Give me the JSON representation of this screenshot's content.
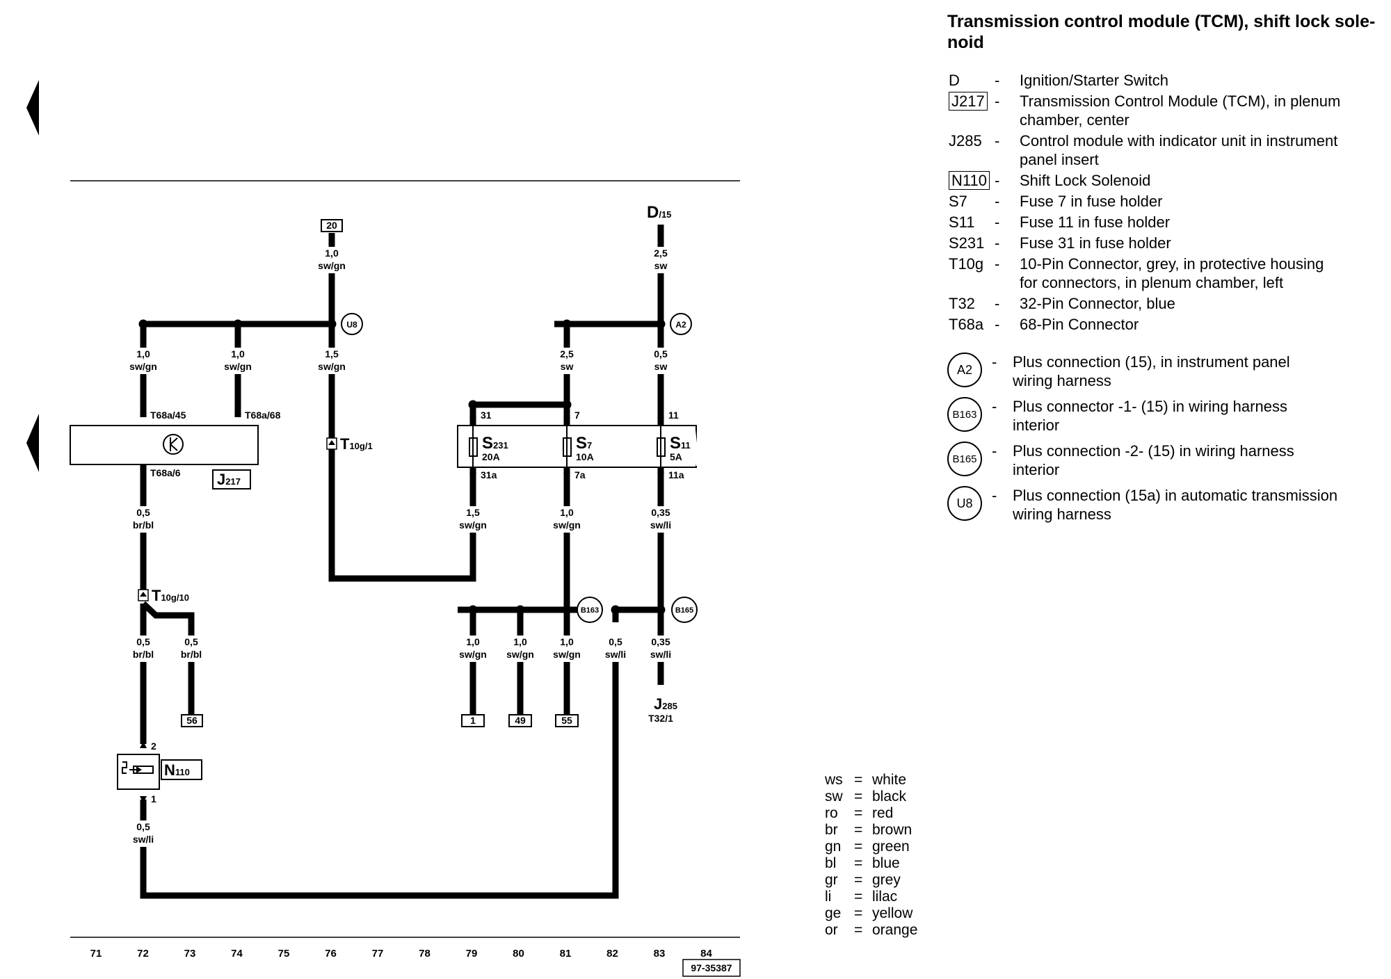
{
  "title": "Transmission control module (TCM), shift lock sole-noid",
  "title_line1": "Transmission control module (TCM), shift lock sole-",
  "title_line2": "noid",
  "legend_items": [
    {
      "code": "D",
      "boxed": false,
      "desc1": "Ignition/Starter Switch",
      "desc2": ""
    },
    {
      "code": "J217",
      "boxed": true,
      "desc1": "Transmission Control Module (TCM), in plenum",
      "desc2": "chamber, center"
    },
    {
      "code": "J285",
      "boxed": false,
      "desc1": "Control module with indicator unit in instrument",
      "desc2": "panel insert"
    },
    {
      "code": "N110",
      "boxed": true,
      "desc1": "Shift Lock Solenoid",
      "desc2": ""
    },
    {
      "code": "S7",
      "boxed": false,
      "desc1": "Fuse 7 in fuse holder",
      "desc2": ""
    },
    {
      "code": "S11",
      "boxed": false,
      "desc1": "Fuse 11 in fuse holder",
      "desc2": ""
    },
    {
      "code": "S231",
      "boxed": false,
      "desc1": "Fuse 31 in fuse holder",
      "desc2": ""
    },
    {
      "code": "T10g",
      "boxed": false,
      "desc1": "10-Pin Connector, grey, in protective housing",
      "desc2": "for connectors, in plenum chamber, left"
    },
    {
      "code": "T32",
      "boxed": false,
      "desc1": "32-Pin Connector, blue",
      "desc2": ""
    },
    {
      "code": "T68a",
      "boxed": false,
      "desc1": "68-Pin Connector",
      "desc2": ""
    }
  ],
  "connection_items": [
    {
      "code": "A2",
      "desc1": "Plus connection (15), in instrument panel",
      "desc2": "wiring harness"
    },
    {
      "code": "B163",
      "desc1": "Plus connector -1- (15) in wiring harness",
      "desc2": "interior"
    },
    {
      "code": "B165",
      "desc1": "Plus connection -2- (15) in wiring harness",
      "desc2": "interior"
    },
    {
      "code": "U8",
      "desc1": "Plus connection (15a) in automatic transmission",
      "desc2": "wiring harness"
    }
  ],
  "color_key": [
    {
      "abbr": "ws",
      "name": "white"
    },
    {
      "abbr": "sw",
      "name": "black"
    },
    {
      "abbr": "ro",
      "name": "red"
    },
    {
      "abbr": "br",
      "name": "brown"
    },
    {
      "abbr": "gn",
      "name": "green"
    },
    {
      "abbr": "bl",
      "name": "blue"
    },
    {
      "abbr": "gr",
      "name": "grey"
    },
    {
      "abbr": "li",
      "name": "lilac"
    },
    {
      "abbr": "ge",
      "name": "yellow"
    },
    {
      "abbr": "or",
      "name": "orange"
    }
  ],
  "diagram": {
    "grid_numbers": [
      "71",
      "72",
      "73",
      "74",
      "75",
      "76",
      "77",
      "78",
      "79",
      "80",
      "81",
      "82",
      "83",
      "84"
    ],
    "figure_id": "97-35387",
    "terminals": {
      "t20": "20",
      "t56": "56",
      "t1": "1",
      "t49": "49",
      "t55": "55"
    },
    "top_label_D": "D",
    "top_label_D_sub": "/15",
    "wires": {
      "w76_top_size": "1,0",
      "w76_top_color": "sw/gn",
      "w83_top_size": "2,5",
      "w83_top_color": "sw",
      "w72_a_size": "1,0",
      "w72_a_color": "sw/gn",
      "w74_size": "1,0",
      "w74_color": "sw/gn",
      "w76_mid_size": "1,5",
      "w76_mid_color": "sw/gn",
      "w81_top_size": "2,5",
      "w81_top_color": "sw",
      "w83_mid_size": "0,5",
      "w83_mid_color": "sw",
      "w72_b_size": "0,5",
      "w72_b_color": "br/bl",
      "w79_size": "1,5",
      "w79_color": "sw/gn",
      "w81_mid_size": "1,0",
      "w81_mid_color": "sw/gn",
      "w83_low_size": "0,35",
      "w83_low_color": "sw/li",
      "w72_c_size": "0,5",
      "w72_c_color": "br/bl",
      "w73_size": "0,5",
      "w73_color": "br/bl",
      "w79b_size": "1,0",
      "w79b_color": "sw/gn",
      "w80_size": "1,0",
      "w80_color": "sw/gn",
      "w81b_size": "1,0",
      "w81b_color": "sw/gn",
      "w82_size": "0,5",
      "w82_color": "sw/li",
      "w83b_size": "0,35",
      "w83b_color": "sw/li",
      "w72_d_size": "0,5",
      "w72_d_color": "sw/li"
    },
    "pins": {
      "p_t68a45": "T68a/45",
      "p_t68a68": "T68a/68",
      "p_t68a6": "T68a/6",
      "p_31": "31",
      "p_7": "7",
      "p_11": "11",
      "p_31a": "31a",
      "p_7a": "7a",
      "p_11a": "11a",
      "p_2": "2",
      "p_1": "1"
    },
    "connectors": {
      "t10g1_main": "T",
      "t10g1_sub": "10g/1",
      "t10g10_main": "T",
      "t10g10_sub": "10g/10"
    },
    "fuses": {
      "s231_main": "S",
      "s231_sub": "231",
      "s231_amp": "20A",
      "s7_main": "S",
      "s7_sub": "7",
      "s7_amp": "10A",
      "s11_main": "S",
      "s11_sub": "11",
      "s11_amp": "5A"
    },
    "components": {
      "j217_main": "J",
      "j217_sub": "217",
      "n110_main": "N",
      "n110_sub": "110",
      "j285_main": "J",
      "j285_sub": "285",
      "j285_pin": "T32/1"
    },
    "nodes": {
      "u8": "U8",
      "a2": "A2",
      "b163": "B163",
      "b165": "B165"
    }
  }
}
